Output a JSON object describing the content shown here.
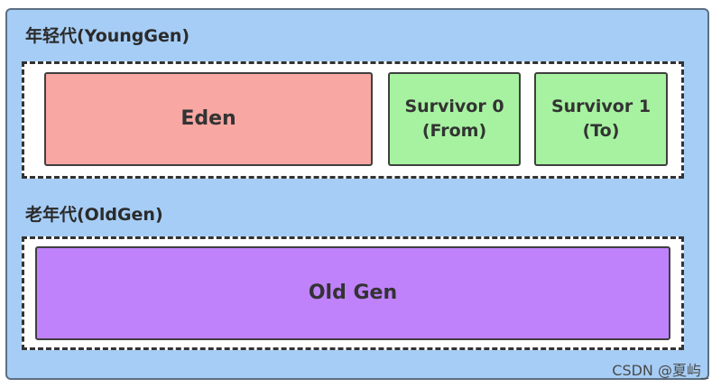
{
  "young_generation": {
    "label": "年轻代(YoungGen)",
    "eden": {
      "label": "Eden"
    },
    "survivor_0": {
      "line1": "Survivor 0",
      "line2": "(From)"
    },
    "survivor_1": {
      "line1": "Survivor 1",
      "line2": "(To)"
    }
  },
  "old_generation": {
    "label": "老年代(OldGen)",
    "old_gen": {
      "label": "Old Gen"
    }
  },
  "watermark": "CSDN @夏屿_",
  "colors": {
    "heap_background": "#a6cdf5",
    "eden": "#f8a7a3",
    "survivor": "#a6f2a0",
    "old_gen": "#bf82fb"
  }
}
